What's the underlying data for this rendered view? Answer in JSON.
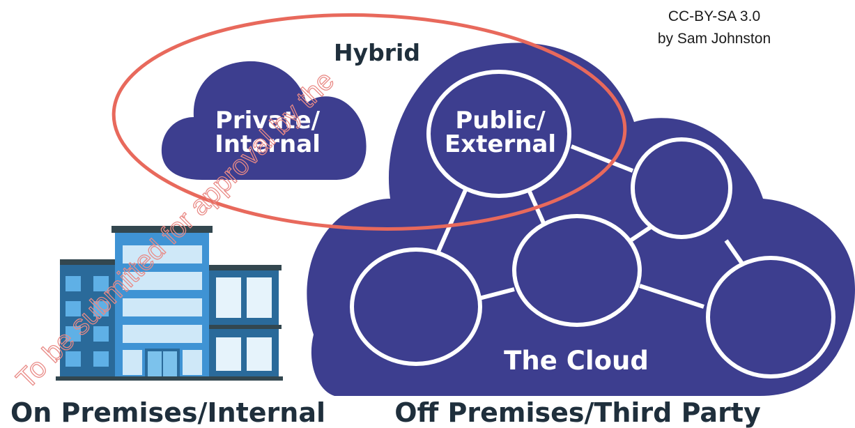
{
  "credit": {
    "line1": "CC-BY-SA 3.0",
    "line2": "by Sam Johnston"
  },
  "hybrid_label": "Hybrid",
  "private_cloud": {
    "line1": "Private/",
    "line2": "Internal"
  },
  "public_node": {
    "line1": "Public/",
    "line2": "External"
  },
  "cloud_label": "The Cloud",
  "on_premises_label": "On Premises/Internal",
  "off_premises_label": "Off Premises/Third Party",
  "watermark": "To be submitted for approval by the",
  "colors": {
    "cloud": "#3d3e8f",
    "hybrid_outline": "#e8695c",
    "node_outline": "#ffffff",
    "text_dark": "#1f2f3c",
    "text_light": "#ffffff",
    "building_blue": "#3f93d4",
    "building_dark": "#2a6a9a",
    "building_roof": "#33474f"
  },
  "icons": [
    "building-icon",
    "private-cloud-icon",
    "public-cloud-icon"
  ]
}
